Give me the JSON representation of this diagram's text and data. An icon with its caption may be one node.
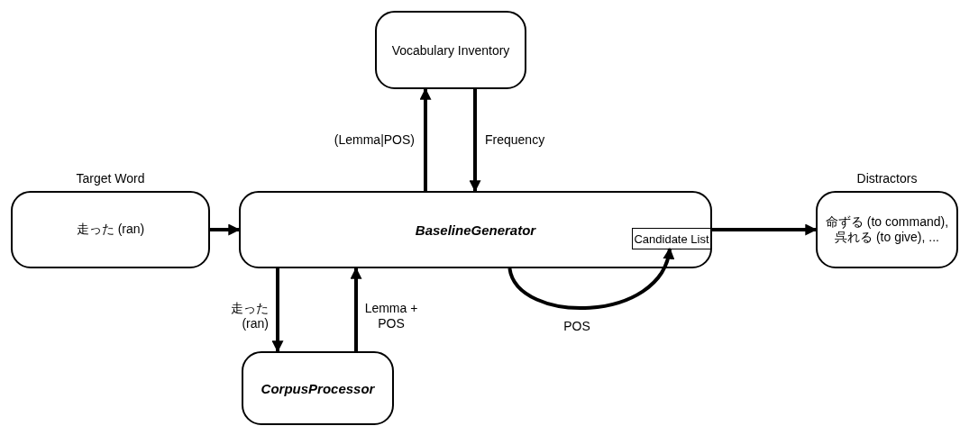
{
  "diagram": {
    "nodes": [
      {
        "text": [
          "Target Word",
          "走った (ran)"
        ]
      },
      {
        "text": [
          "BaselineGenerator"
        ]
      },
      {
        "text": [
          "Candidate List"
        ],
        "in": 1
      },
      {
        "text": [
          "Vocabulary Inventory"
        ]
      },
      {
        "text": [
          "CorpusProcessor"
        ]
      },
      {
        "text": [
          "Distractors",
          "命ずる (to command), 呉れる (to give), ..."
        ]
      }
    ],
    "edges": [
      {
        "from": 0,
        "to": 1,
        "arrow": "to"
      },
      {
        "from": 1,
        "to": 3,
        "arrow": "to",
        "label": "(Lemma|POS)"
      },
      {
        "from": 3,
        "to": 1,
        "arrow": "to",
        "label": "Frequency"
      },
      {
        "from": 1,
        "to": 4,
        "arrow": "to",
        "label": "走った (ran)"
      },
      {
        "from": 4,
        "to": 1,
        "arrow": "to",
        "label": "Lemma + POS"
      },
      {
        "from": 1,
        "to": 2,
        "arrow": "to",
        "label": "POS"
      },
      {
        "from": 1,
        "to": 5,
        "arrow": "to"
      }
    ]
  }
}
